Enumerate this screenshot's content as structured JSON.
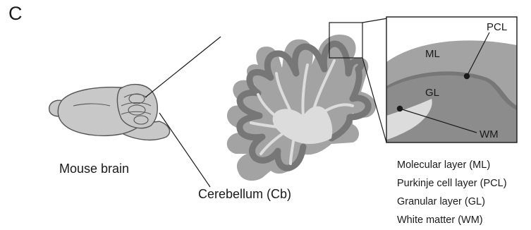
{
  "panel_label": "C",
  "captions": {
    "mouse_brain": "Mouse brain",
    "cerebellum": "Cerebellum (Cb)"
  },
  "inset_labels": {
    "ml": "ML",
    "pcl": "PCL",
    "gl": "GL",
    "wm": "WM"
  },
  "legend": [
    "Molecular layer (ML)",
    "Purkinje cell layer (PCL)",
    "Granular layer (GL)",
    "White matter (WM)"
  ],
  "colors": {
    "molecular_layer": "#a3a3a3",
    "granular_layer": "#777777",
    "white_matter": "#dcdcdc",
    "brain_fill": "#c8c8c8",
    "outline": "#1a1a1a"
  }
}
